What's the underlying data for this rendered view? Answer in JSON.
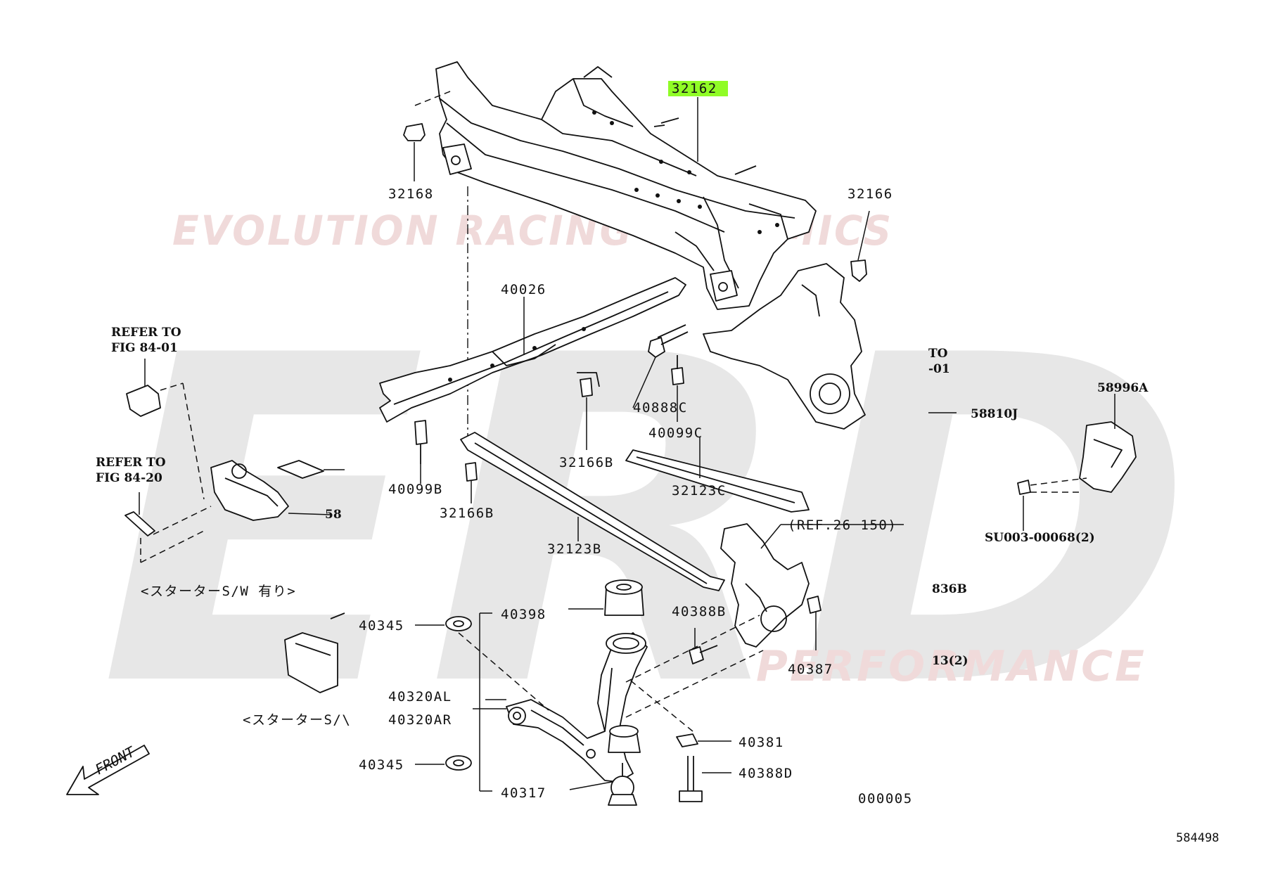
{
  "watermark": {
    "top_text": "EVOLUTION RACING DYNAMICS",
    "big_letters": "ERD",
    "bottom_text": "PERFORMANCE"
  },
  "highlight_color": "#7CFC00",
  "labels": {
    "p32162": "32162",
    "p32168": "32168",
    "p32166": "32166",
    "p40026": "40026",
    "refer_fig_84_01_a": "REFER TO",
    "refer_fig_84_01_b": "FIG 84-01",
    "refer_fig_84_20_a": "REFER TO",
    "refer_fig_84_20_b": "FIG 84-20",
    "to_cut": "TO",
    "fig01_cut": "-01",
    "p58810J": "58810J",
    "p58996A": "58996A",
    "p40888C": "40888C",
    "p40099C": "40099C",
    "p32166B_mid": "32166B",
    "p40099B": "40099B",
    "p32166B_left": "32166B",
    "p32123C": "32123C",
    "p58_cut": "58",
    "su003": "SU003-00068(2)",
    "ref26150": "(REF.26 150)",
    "p32123B": "32123B",
    "starter_with": "<スターターS/W 有り>",
    "p836B_cut": "836B",
    "p40345_top": "40345",
    "p40398": "40398",
    "p40388B": "40388B",
    "p13_2_cut": "13(2)",
    "p40387": "40387",
    "p40320AL": "40320AL",
    "p40320AR": "40320AR",
    "starter_cut": "<スターターS/\\",
    "p40381": "40381",
    "p40345_bot": "40345",
    "p40388D": "40388D",
    "p40317": "40317",
    "front": "FRONT",
    "code_000005": "000005",
    "code_584498": "584498"
  }
}
